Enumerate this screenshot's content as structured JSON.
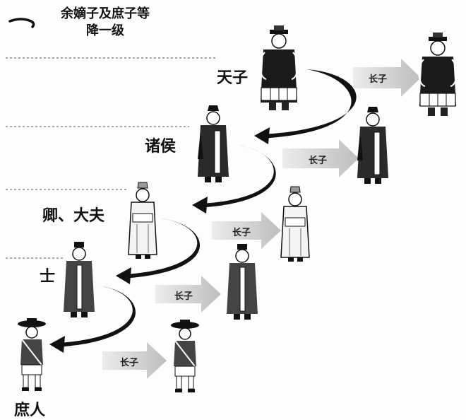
{
  "legend": {
    "icon": "curved-arrow-icon",
    "text_line1": "余嫡子及庶子等",
    "text_line2": "降一级"
  },
  "ranks": [
    {
      "label": "天子",
      "figure": "emperor"
    },
    {
      "label": "诸侯",
      "figure": "lord"
    },
    {
      "label": "卿、大夫",
      "figure": "minister"
    },
    {
      "label": "士",
      "figure": "scholar"
    },
    {
      "label": "庶人",
      "figure": "commoner"
    }
  ],
  "succession_arrows": [
    {
      "label": "长子"
    },
    {
      "label": "长子"
    },
    {
      "label": "长子"
    },
    {
      "label": "长子"
    },
    {
      "label": "长子"
    }
  ],
  "colors": {
    "ink": "#111111",
    "dashed_line": "#777777",
    "succession_arrow": "#c8c8c8"
  }
}
